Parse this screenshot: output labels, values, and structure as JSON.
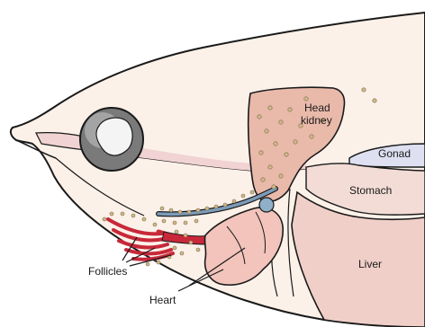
{
  "labels": {
    "head_kidney_line1": "Head",
    "head_kidney_line2": "kidney",
    "gonad": "Gonad",
    "stomach": "Stomach",
    "liver": "Liver",
    "follicles": "Follicles",
    "heart": "Heart"
  },
  "colors": {
    "outline": "#1a1a1a",
    "fish_body": "#fbf1e9",
    "head_kidney": "#e9b9aa",
    "stomach": "#f3dcd6",
    "liver": "#f0cfc8",
    "gonad": "#dedff0",
    "heart": "#f2c4bb",
    "follicle_dot": "#d2b98a",
    "gill_red": "#c8283a",
    "aorta_blue": "#7d9bb8",
    "eye": "#7a7a7a",
    "optic_band": "#f1d3d3"
  }
}
